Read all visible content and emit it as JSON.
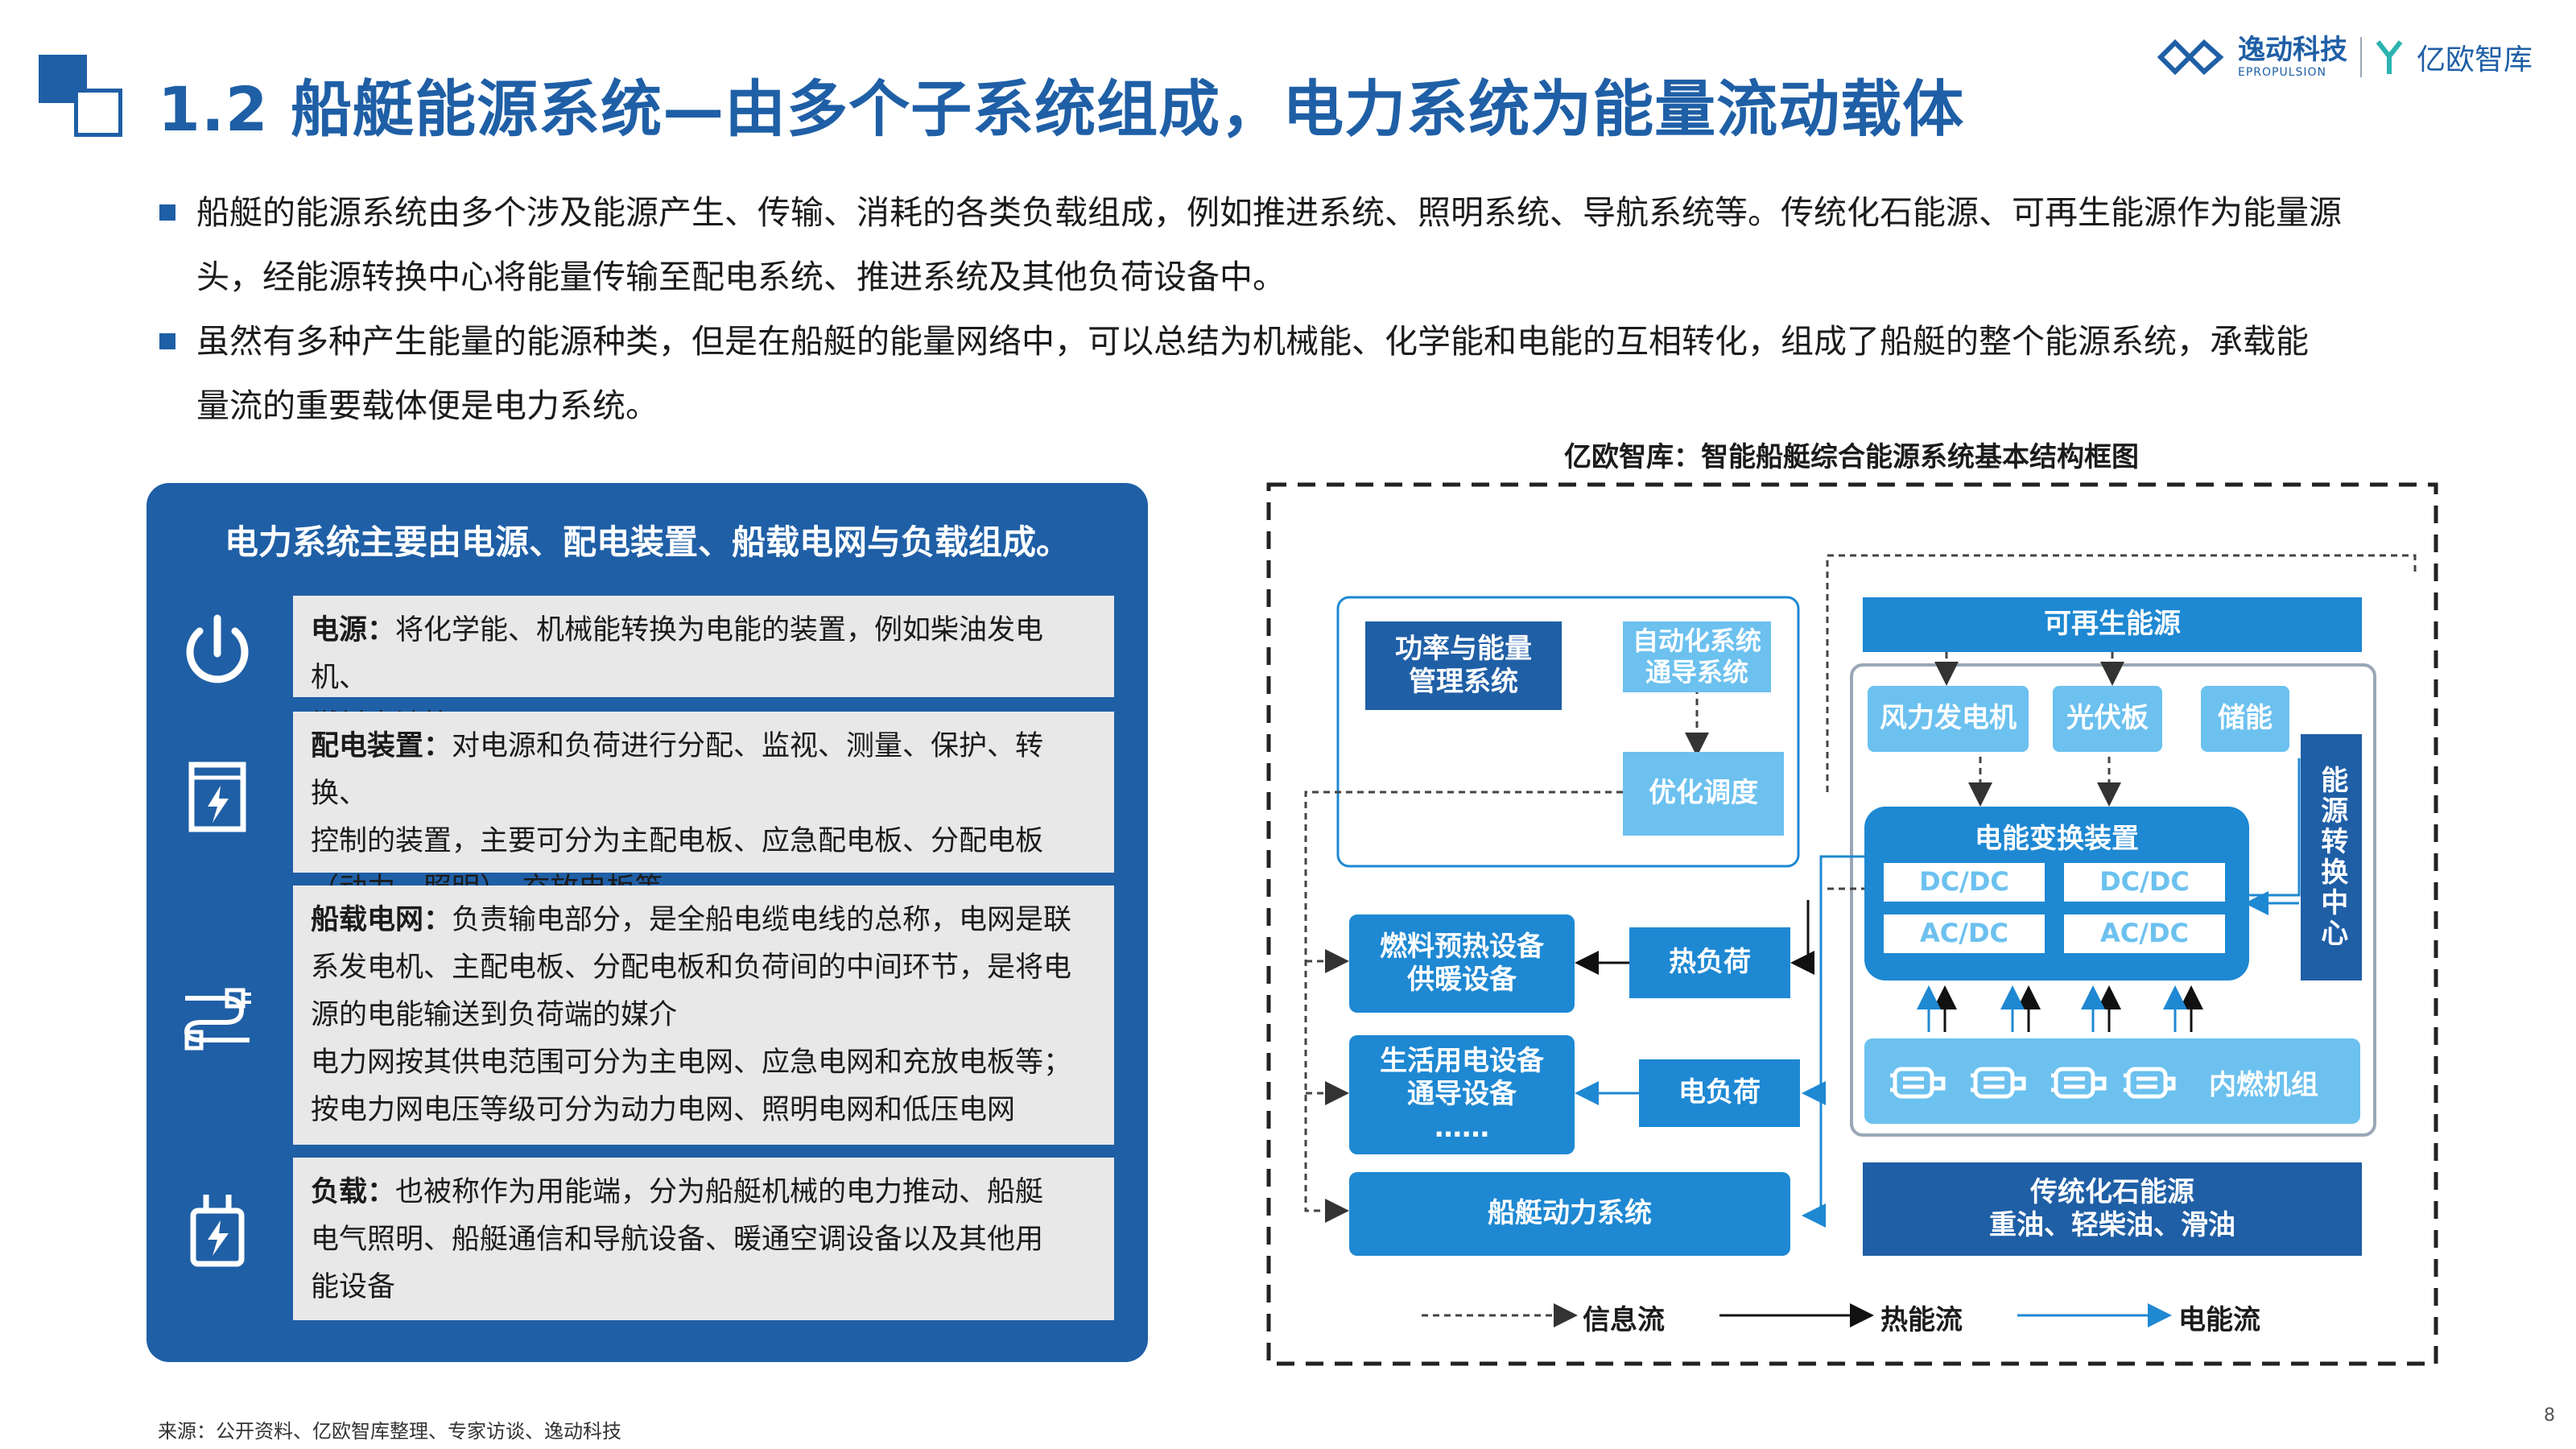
{
  "header": {
    "title": "1.2 船艇能源系统—由多个子系统组成，电力系统为能量流动载体",
    "brand_cn": "逸动科技",
    "brand_en": "EPROPULSION",
    "brand2": "亿欧智库"
  },
  "bullets": [
    {
      "line1": "船艇的能源系统由多个涉及能源产生、传输、消耗的各类负载组成，例如推进系统、照明系统、导航系统等。传统化石能源、可再生能源作为能量源",
      "line2": "头，经能源转换中心将能量传输至配电系统、推进系统及其他负荷设备中。"
    },
    {
      "line1": "虽然有多种产生能量的能源种类，但是在船艇的能量网络中，可以总结为机械能、化学能和电能的互相转化，组成了船艇的整个能源系统，承载能",
      "line2": "量流的重要载体便是电力系统。"
    }
  ],
  "panel": {
    "title": "电力系统主要由电源、配电装置、船载电网与负载组成。",
    "items": [
      {
        "icon": "power-icon",
        "name": "电源：",
        "lines": [
          "将化学能、机械能转换为电能的装置，例如柴油发电机、",
          "燃料电池等"
        ]
      },
      {
        "icon": "switchboard-icon",
        "name": "配电装置：",
        "lines": [
          "对电源和负荷进行分配、监视、测量、保护、转换、",
          "控制的装置，主要可分为主配电板、应急配电板、分配电板",
          "（动力、照明）、充放电板等"
        ]
      },
      {
        "icon": "cable-icon",
        "name": "船载电网：",
        "lines": [
          "负责输电部分，是全船电缆电线的总称，电网是联",
          "系发电机、主配电板、分配电板和负荷间的中间环节，是将电",
          "源的电能输送到负荷端的媒介",
          "电力网按其供电范围可分为主电网、应急电网和充放电板等；",
          "按电力网电压等级可分为动力电网、照明电网和低压电网"
        ]
      },
      {
        "icon": "plug-icon",
        "name": "负载：",
        "lines": [
          "也被称作为用能端，分为船艇机械的电力推动、船艇",
          "电气照明、船艇通信和导航设备、暖通空调设备以及其他用",
          "能设备"
        ]
      }
    ]
  },
  "diagram": {
    "title": "亿欧智库：智能船艇综合能源系统基本结构框图",
    "power_mgmt": "功率与能量\n管理系统",
    "auto_nav": "自动化系统\n通导系统",
    "optimize": "优化调度",
    "fuel_preheat": "燃料预热设备\n供暖设备",
    "heat_load": "热负荷",
    "living": "生活用电设备\n通导设备\n……",
    "elec_load": "电负荷",
    "propulsion": "船艇动力系统",
    "renewable": "可再生能源",
    "wind": "风力发电机",
    "pv": "光伏板",
    "storage": "储能",
    "converter_title": "电能变换装置",
    "dcdc1": "DC/DC",
    "dcdc2": "DC/DC",
    "acdc1": "AC/DC",
    "acdc2": "AC/DC",
    "engine": "内燃机组",
    "conversion_center": "能源转换中心",
    "fossil": "传统化石能源\n重油、轻柴油、滑油",
    "legend": {
      "info": "信息流",
      "heat": "热能流",
      "elec": "电能流"
    },
    "colors": {
      "dark": "#1f5fa6",
      "mid": "#1e88d2",
      "light": "#6cc1ef"
    }
  },
  "footer": {
    "source": "来源：公开资料、亿欧智库整理、专家访谈、逸动科技",
    "page": "8"
  }
}
